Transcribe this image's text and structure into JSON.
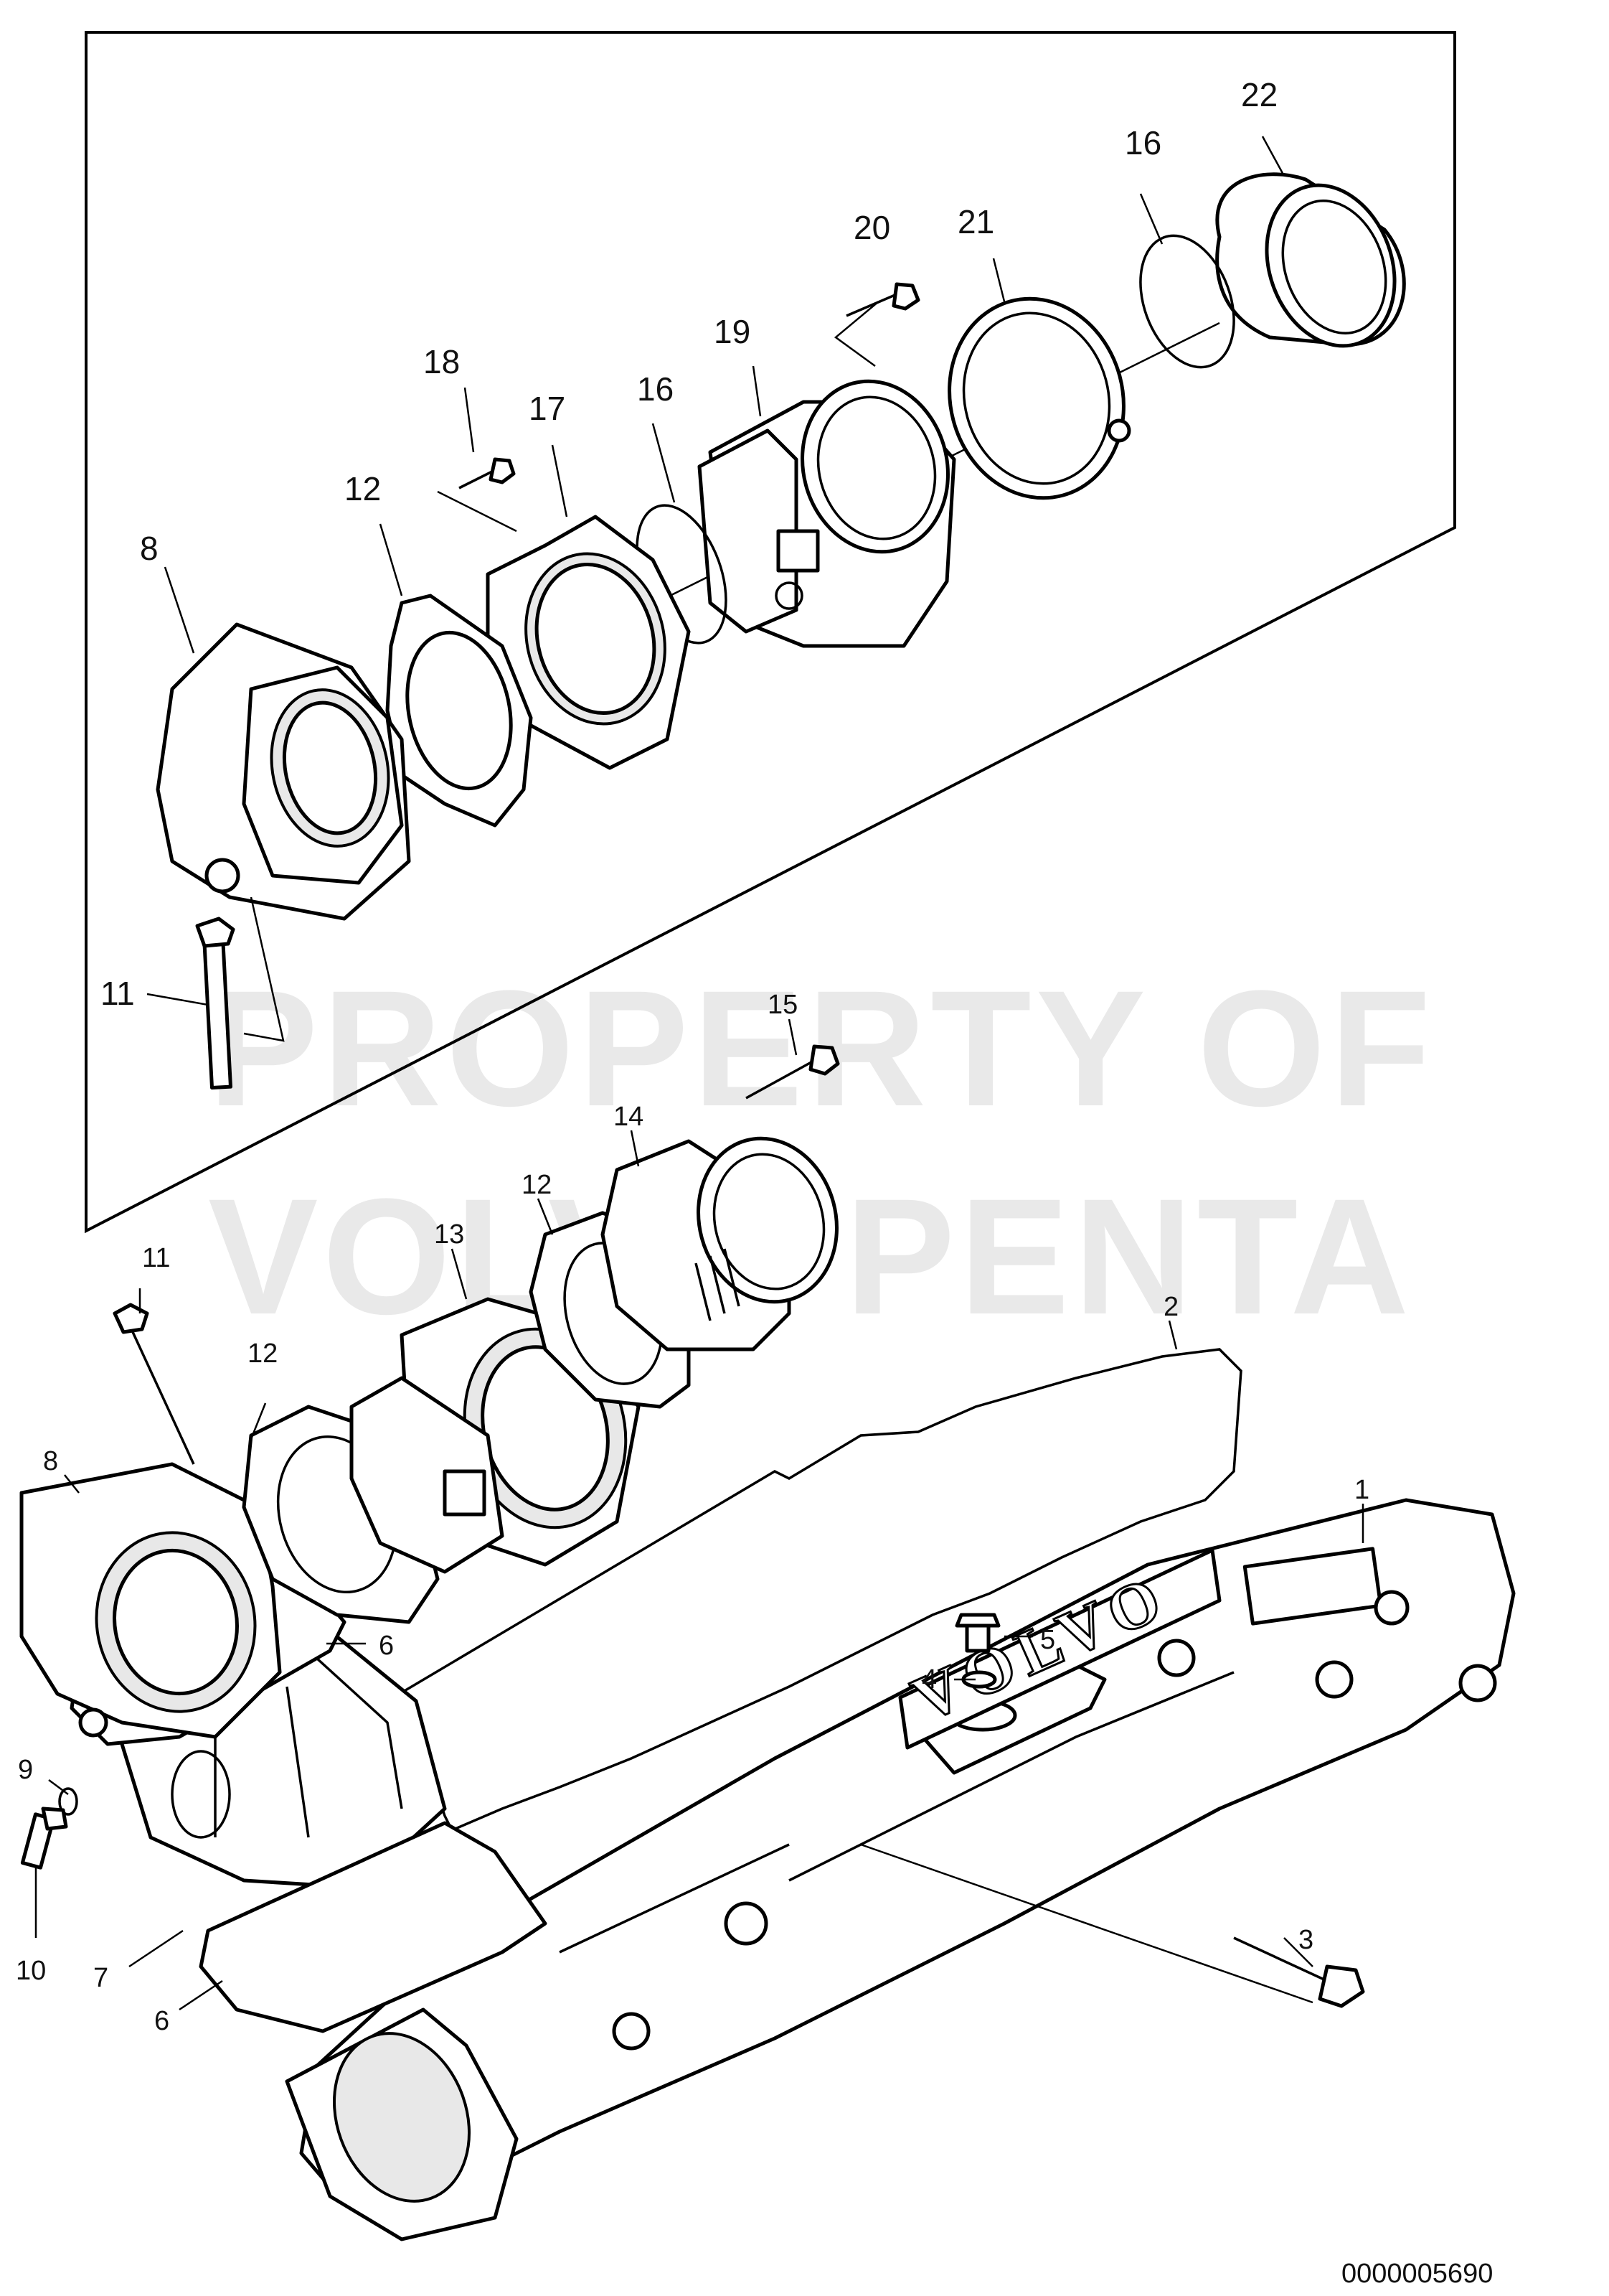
{
  "watermark": {
    "line1": "PROPERTY OF",
    "line2": "VOLVO PENTA"
  },
  "reference_number": "0000005690",
  "logo_text": "VOLVO",
  "callouts": {
    "c22": "22",
    "c16a": "16",
    "c20": "20",
    "c21": "21",
    "c19": "19",
    "c18": "18",
    "c17": "17",
    "c16b": "16",
    "c12a": "12",
    "c8a": "8",
    "c11a": "11",
    "c15": "15",
    "c14": "14",
    "c12b": "12",
    "c13": "13",
    "c11b": "11",
    "c12c": "12",
    "c2": "2",
    "c8b": "8",
    "c1": "1",
    "c6a": "6",
    "c5": "5",
    "c4": "4",
    "c9": "9",
    "c10": "10",
    "c3": "3",
    "c7": "7",
    "c6b": "6"
  }
}
